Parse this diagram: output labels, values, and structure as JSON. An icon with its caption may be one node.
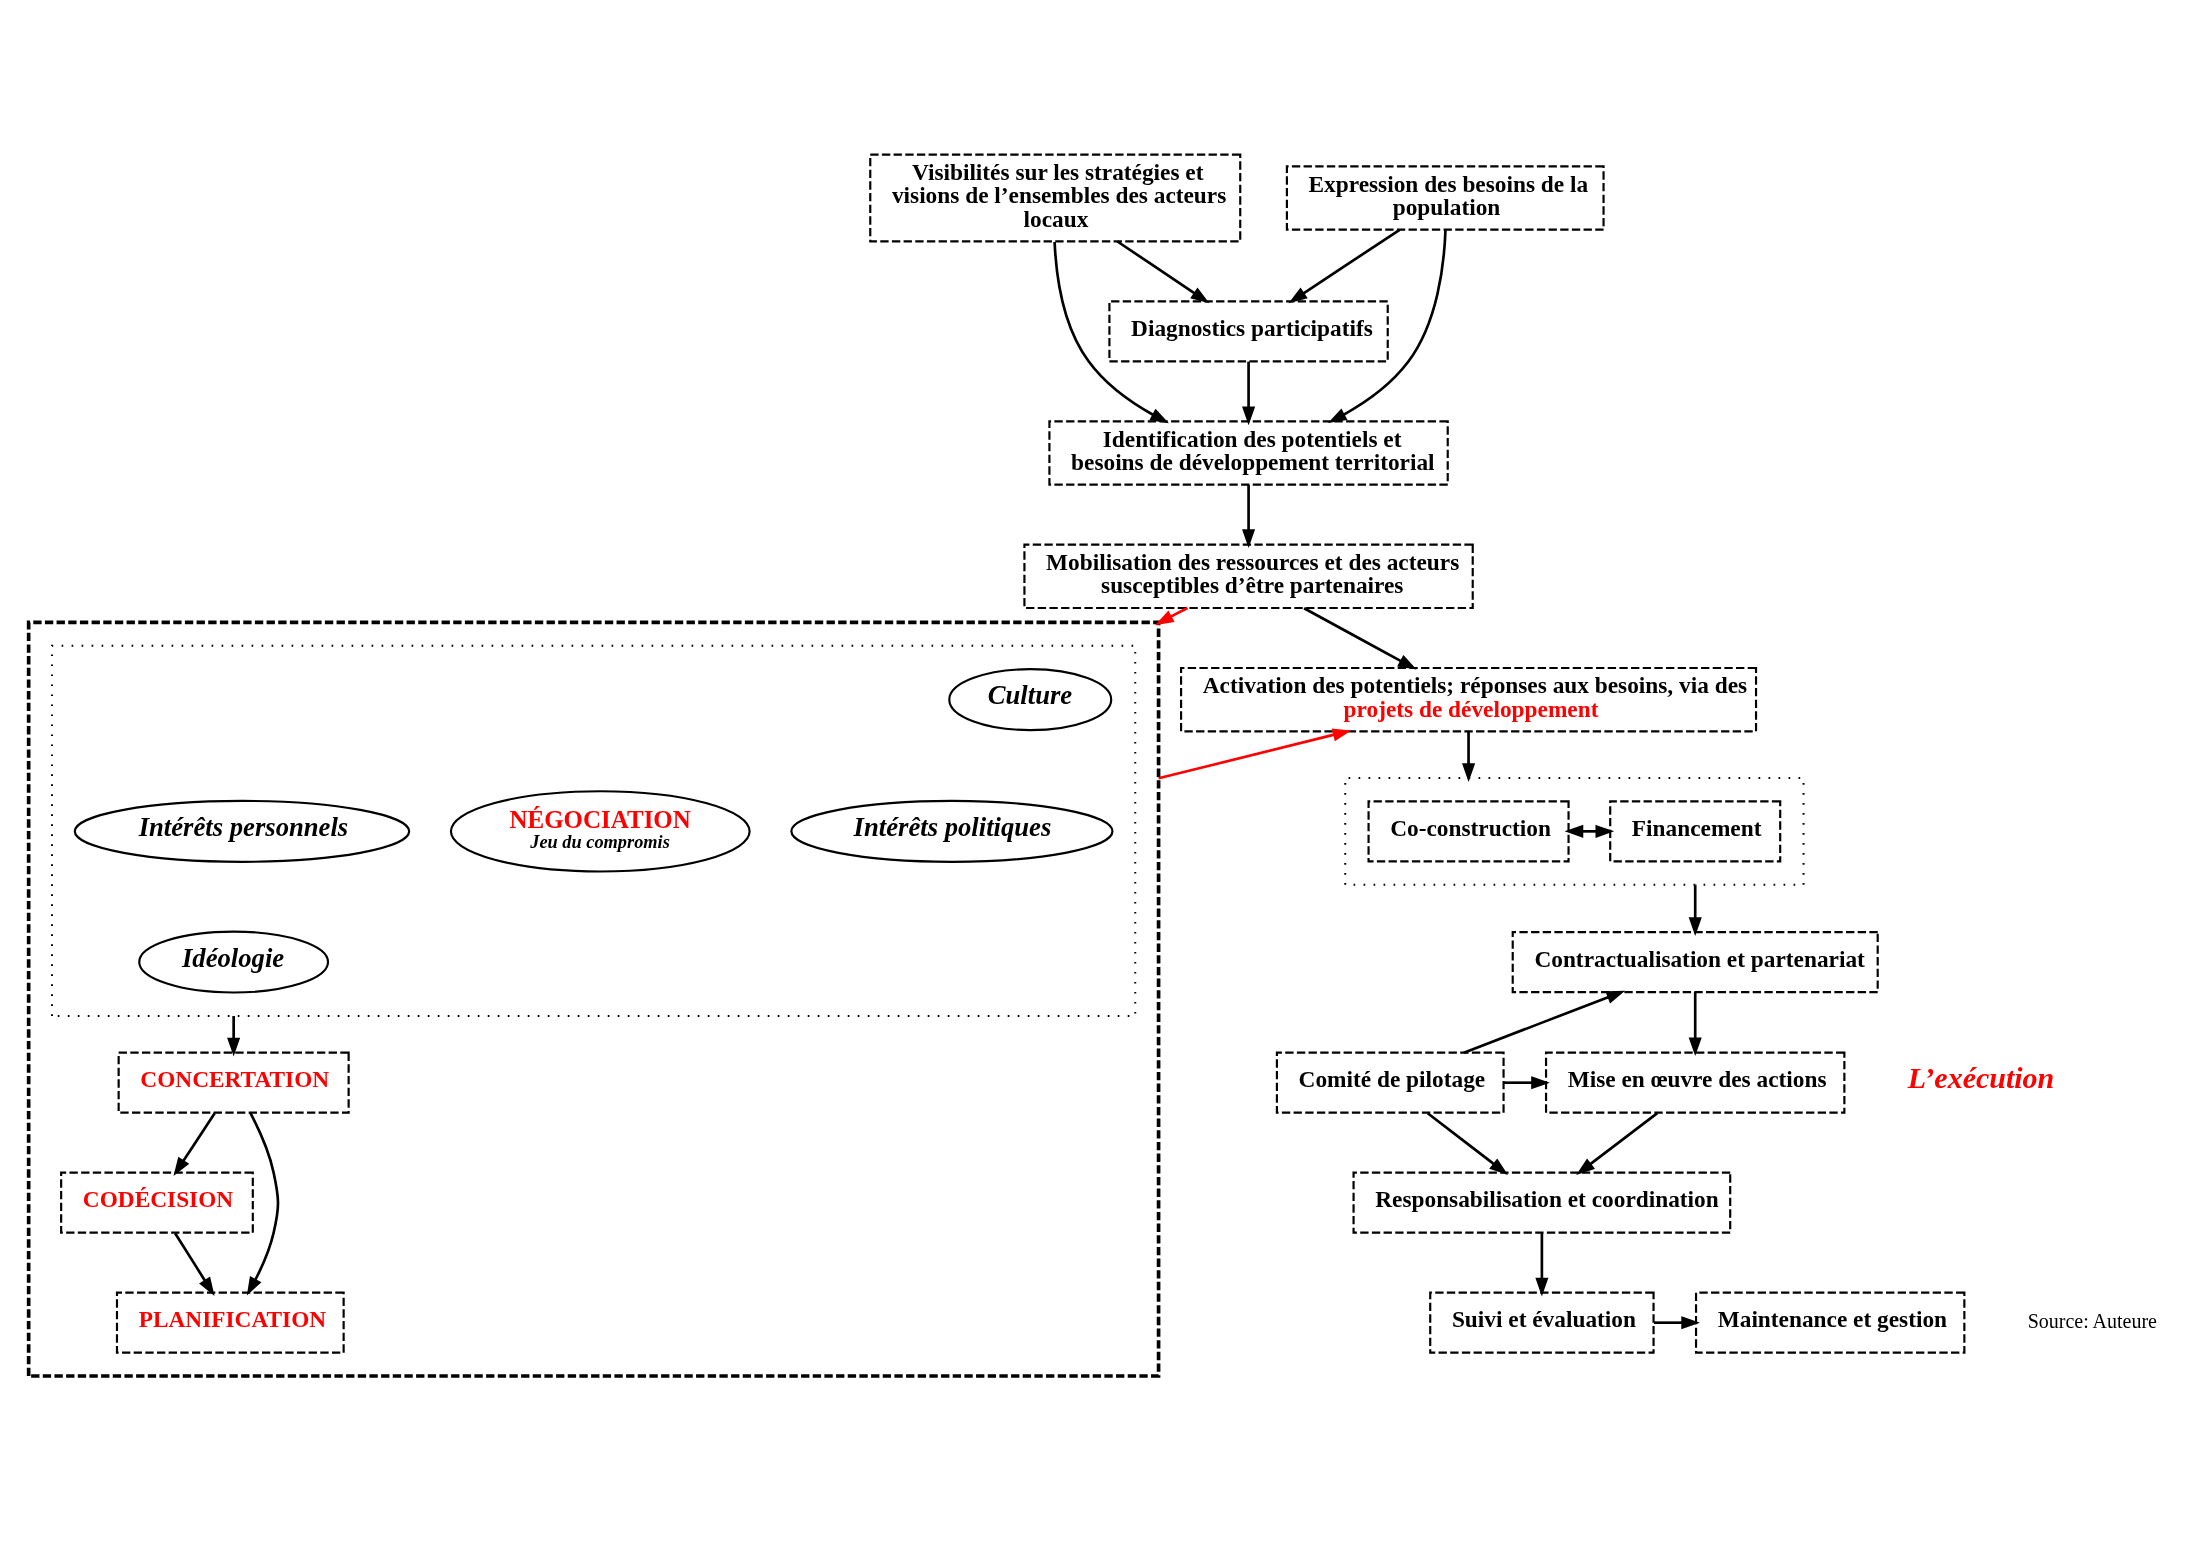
{
  "diagram": {
    "nodes": [
      {
        "text": [
          "Visibilités sur les stratégies et visions de l’ensembles des acteurs locaux"
        ]
      },
      {
        "text": [
          "Diagnostics participatifs"
        ]
      },
      {
        "text": [
          "Expression des besoins de la population"
        ]
      },
      {
        "text": [
          "Identification des potentiels et besoins de développement territorial"
        ]
      },
      {
        "text": [],
        "shape": "box"
      },
      {
        "text": [],
        "shape": "box",
        "in": 4
      },
      {
        "text": [
          "Culture"
        ],
        "in": 5
      },
      {
        "text": [
          "Intérêts personnels"
        ],
        "in": 5
      },
      {
        "text": [
          "Intérêts politiques"
        ],
        "in": 5
      },
      {
        "text": [
          "Idéologie"
        ],
        "in": 5
      },
      {
        "text": [
          "NÉGOCIATION",
          "Jeu du compromis"
        ],
        "in": 5
      },
      {
        "text": [
          "CONCERTATION"
        ],
        "in": 4
      },
      {
        "text": [
          "CODÉCISION"
        ],
        "in": 4
      },
      {
        "text": [
          "PLANIFICATION"
        ],
        "in": 4
      },
      {
        "text": [
          "Mobilisation des ressources et des acteurs susceptibles d’être partenaires"
        ]
      },
      {
        "text": [
          "Activation des potentiels; réponses aux besoins, via des",
          "projets de développement"
        ]
      },
      {
        "text": [],
        "shape": "box"
      },
      {
        "text": [
          "Co-construction"
        ],
        "in": 16
      },
      {
        "text": [
          "Financement"
        ],
        "in": 16
      },
      {
        "text": [
          "Contractualisation et partenariat"
        ]
      },
      {
        "text": [
          "Comité de pilotage"
        ]
      },
      {
        "text": [
          "Mise en œuvre des actions"
        ]
      },
      {
        "text": [
          "Responsabilisation et coordination"
        ]
      },
      {
        "text": [
          "Suivi et évaluation"
        ]
      },
      {
        "text": [
          "Maintenance et gestion"
        ]
      }
    ],
    "edges": [
      {
        "from": 0,
        "to": 1,
        "arrow": "to"
      },
      {
        "from": 2,
        "to": 1,
        "arrow": "to"
      },
      {
        "from": 1,
        "to": 3,
        "arrow": "to"
      },
      {
        "from": 0,
        "to": 3,
        "arrow": "to"
      },
      {
        "from": 2,
        "to": 3,
        "arrow": "to"
      },
      {
        "from": 3,
        "to": 14,
        "arrow": "to"
      },
      {
        "from": 14,
        "to": 4,
        "arrow": "to",
        "color": "#ff0000"
      },
      {
        "from": 14,
        "to": 15,
        "arrow": "to"
      },
      {
        "from": 4,
        "to": 15,
        "arrow": "to",
        "color": "#ff0000"
      },
      {
        "from": 5,
        "to": 11,
        "arrow": "to"
      },
      {
        "from": 11,
        "to": 12,
        "arrow": "to"
      },
      {
        "from": 11,
        "to": 13,
        "arrow": "to"
      },
      {
        "from": 12,
        "to": 13,
        "arrow": "to"
      },
      {
        "from": 15,
        "to": 16,
        "arrow": "to"
      },
      {
        "from": 17,
        "to": 18,
        "arrow": "both"
      },
      {
        "from": 16,
        "to": 19,
        "arrow": "to"
      },
      {
        "from": 20,
        "to": 19,
        "arrow": "to"
      },
      {
        "from": 20,
        "to": 21,
        "arrow": "to"
      },
      {
        "from": 20,
        "to": 22,
        "arrow": "to"
      },
      {
        "from": 19,
        "to": 21,
        "arrow": "to"
      },
      {
        "from": 21,
        "to": 22,
        "arrow": "to"
      },
      {
        "from": 22,
        "to": 23,
        "arrow": "to"
      },
      {
        "from": 23,
        "to": 24,
        "arrow": "to"
      }
    ],
    "labels": [
      "L’exécution",
      "Source: Auteure"
    ]
  }
}
